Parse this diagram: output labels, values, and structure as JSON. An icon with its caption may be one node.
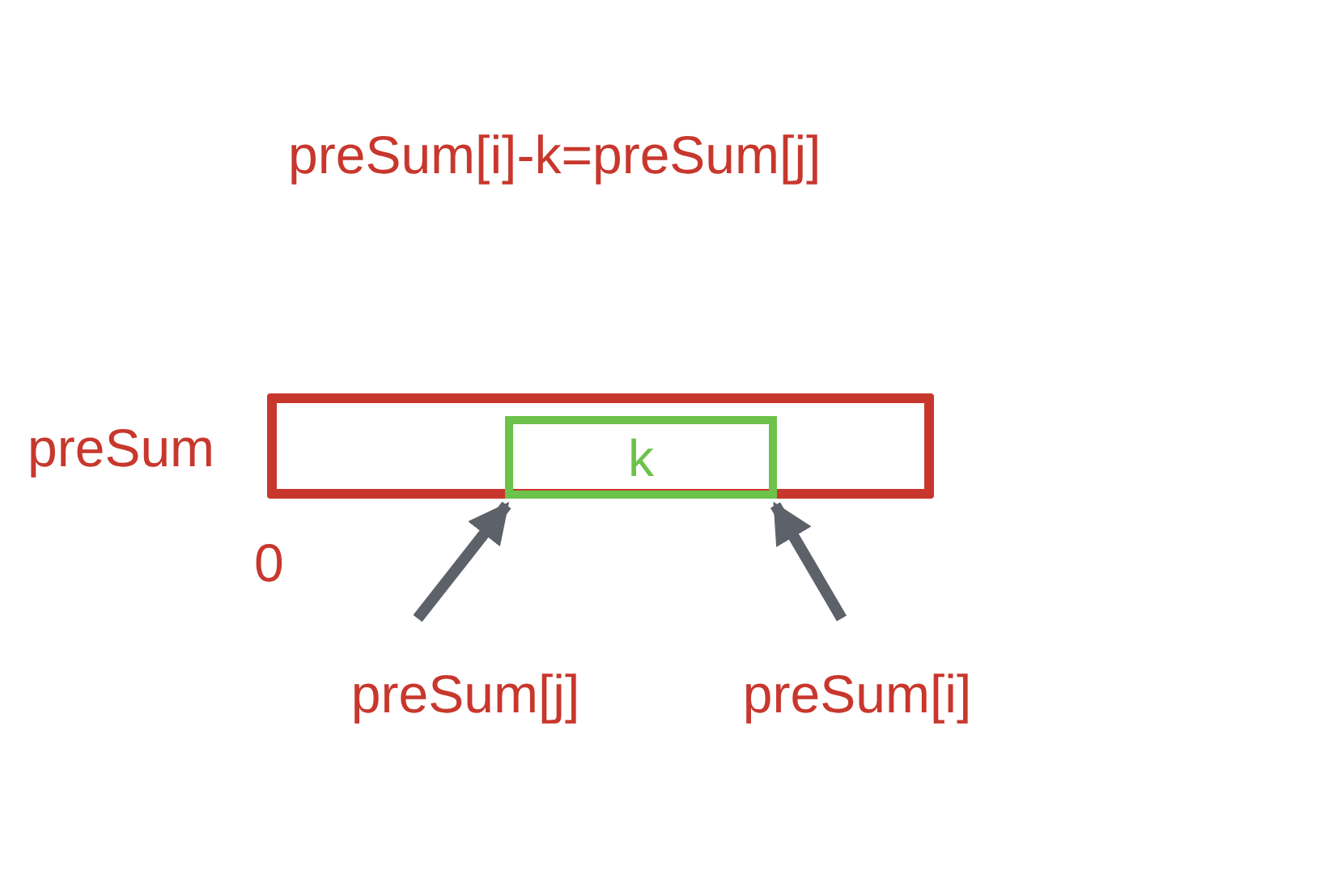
{
  "diagram": {
    "title": "preSum[i]-k=preSum[j]",
    "nodes": [
      {
        "text": [
          "preSum"
        ]
      },
      {
        "text": [
          "k"
        ],
        "in": 0
      },
      {
        "text": [
          "preSum[j]"
        ]
      },
      {
        "text": [
          "preSum[i]"
        ]
      }
    ],
    "edges": [
      {
        "from": 2,
        "to": 1,
        "arrow": "to"
      },
      {
        "from": 3,
        "to": 1,
        "arrow": "to"
      }
    ],
    "labels": [
      "0"
    ]
  }
}
